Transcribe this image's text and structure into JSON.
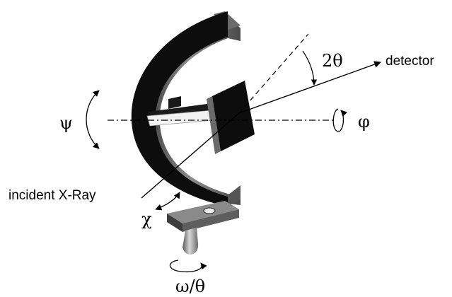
{
  "labels": {
    "detector": "detector",
    "two_theta": "2θ",
    "psi": "ψ",
    "phi": "φ",
    "incident": "incident X-Ray",
    "chi": "χ",
    "omega_theta": "ω/θ"
  },
  "colors": {
    "frame": "#0d0d0d",
    "frame_top": "#5a5a5a",
    "frame_side": "#7e7e7e",
    "sample_holder": "#f2f2f2",
    "mount": "#777777",
    "line": "#000000"
  }
}
